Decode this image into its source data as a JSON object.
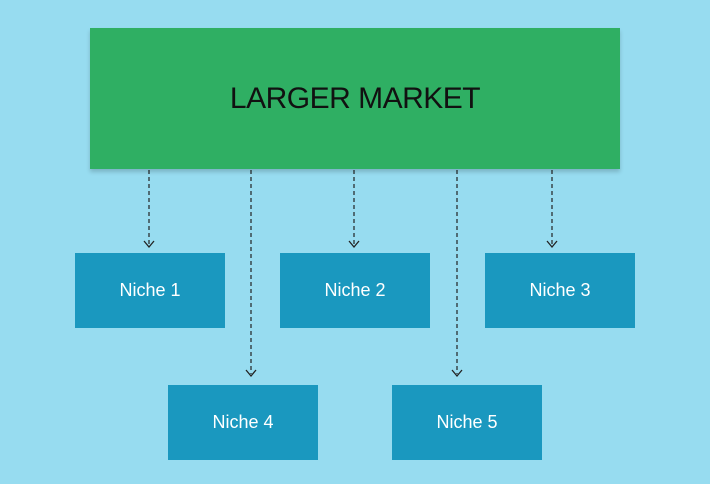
{
  "market": {
    "label": "LARGER MARKET"
  },
  "niches": [
    {
      "label": "Niche 1"
    },
    {
      "label": "Niche 2"
    },
    {
      "label": "Niche 3"
    },
    {
      "label": "Niche 4"
    },
    {
      "label": "Niche 5"
    }
  ],
  "colors": {
    "background": "#97dcf0",
    "market_box": "#2faf63",
    "niche_box": "#1a98bf",
    "connector": "#222222"
  },
  "connectors": [
    {
      "from": "market",
      "to": "Niche 1"
    },
    {
      "from": "market",
      "to": "Niche 4"
    },
    {
      "from": "market",
      "to": "Niche 2"
    },
    {
      "from": "market",
      "to": "Niche 5"
    },
    {
      "from": "market",
      "to": "Niche 3"
    }
  ]
}
